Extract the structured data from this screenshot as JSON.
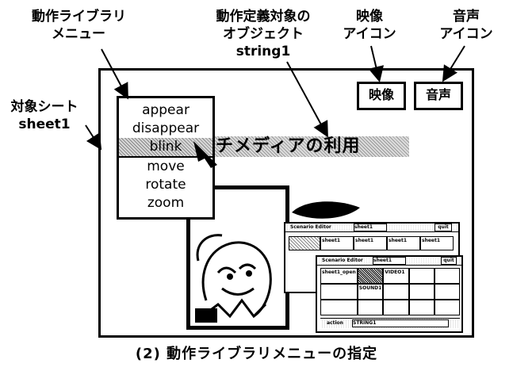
{
  "callouts": {
    "library_menu": [
      "動作ライブラリ",
      "メニュー"
    ],
    "target_object": [
      "動作定義対象の",
      "オブジェクト",
      "string1"
    ],
    "video_icon": [
      "映像",
      "アイコン"
    ],
    "audio_icon": [
      "音声",
      "アイコン"
    ],
    "target_sheet": [
      "対象シート",
      "sheet1"
    ]
  },
  "icons": {
    "video_label": "映像",
    "audio_label": "音声"
  },
  "menu": {
    "items": [
      "appear",
      "disappear",
      "blink",
      "move",
      "rotate",
      "zoom"
    ],
    "selected": "blink"
  },
  "string_object": {
    "text": "チメディアの利用"
  },
  "windows": {
    "back": {
      "title": "Scenario Editor",
      "field": "sheet1",
      "quit": "quit",
      "header_cells": [
        "sheet1",
        "sheet1",
        "sheet1",
        "sheet1"
      ]
    },
    "front": {
      "title": "Scenario Editor",
      "field": "sheet1",
      "quit": "quit",
      "cells": [
        "sheet1_open",
        "",
        "VIDEO1",
        "",
        "",
        "",
        "SOUND1",
        "",
        "",
        "",
        "",
        "",
        "",
        "",
        ""
      ],
      "footer_label": "action",
      "footer_value": "STRING1"
    }
  },
  "caption": "(2) 動作ライブラリメニューの指定"
}
